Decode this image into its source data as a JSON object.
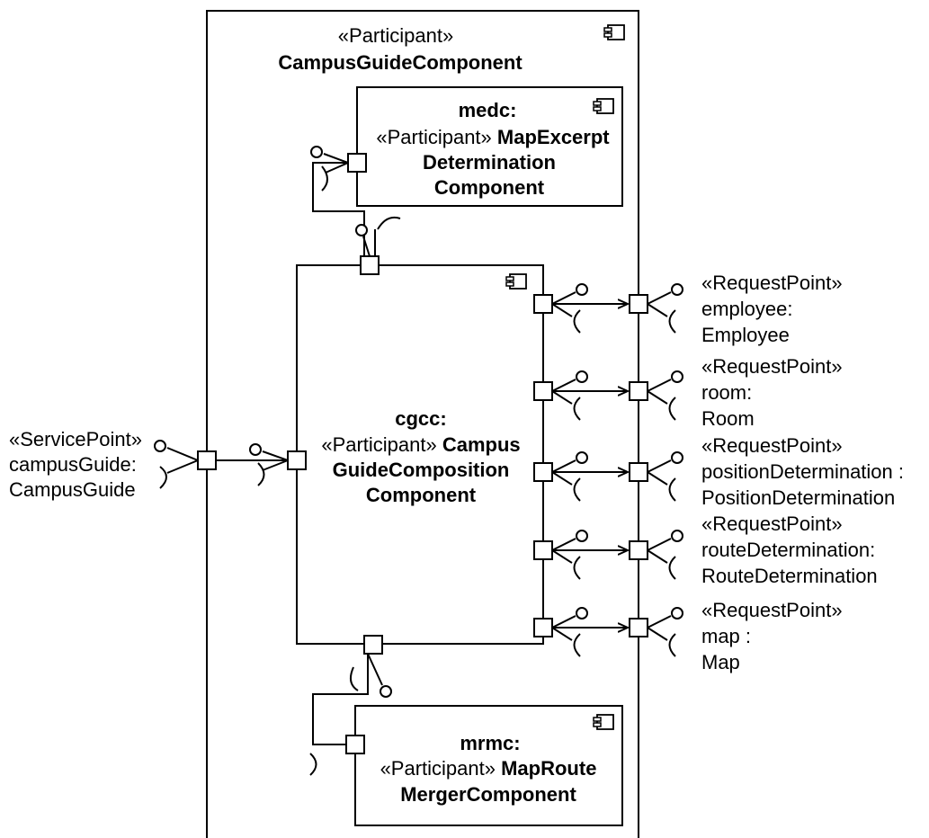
{
  "outer": {
    "stereotype": "«Participant»",
    "name": "CampusGuideComponent"
  },
  "medc": {
    "line1": "medc:",
    "stereotype": "«Participant»",
    "name_part1": "MapExcerpt",
    "name_part2": "Determination",
    "name_part3": "Component"
  },
  "cgcc": {
    "line1": "cgcc:",
    "stereotype": "«Participant»",
    "name_part1": "Campus",
    "name_part2": "GuideComposition",
    "name_part3": "Component"
  },
  "mrmc": {
    "line1": "mrmc:",
    "stereotype": "«Participant»",
    "name_part1": "MapRoute",
    "name_part2": "MergerComponent"
  },
  "service_point": {
    "stereotype": "«ServicePoint»",
    "name": "campusGuide:",
    "type": "CampusGuide"
  },
  "request_points": [
    {
      "stereotype": "«RequestPoint»",
      "name": "employee:",
      "type": "Employee"
    },
    {
      "stereotype": "«RequestPoint»",
      "name": "room:",
      "type": "Room"
    },
    {
      "stereotype": "«RequestPoint»",
      "name": "positionDetermination :",
      "type": "PositionDetermination"
    },
    {
      "stereotype": "«RequestPoint»",
      "name": "routeDetermination:",
      "type": "RouteDetermination"
    },
    {
      "stereotype": "«RequestPoint»",
      "name": "map :",
      "type": "Map"
    }
  ],
  "icons": [
    "component-icon",
    "port",
    "provided-interface-lollipop",
    "required-interface-socket",
    "delegation-arrow"
  ]
}
